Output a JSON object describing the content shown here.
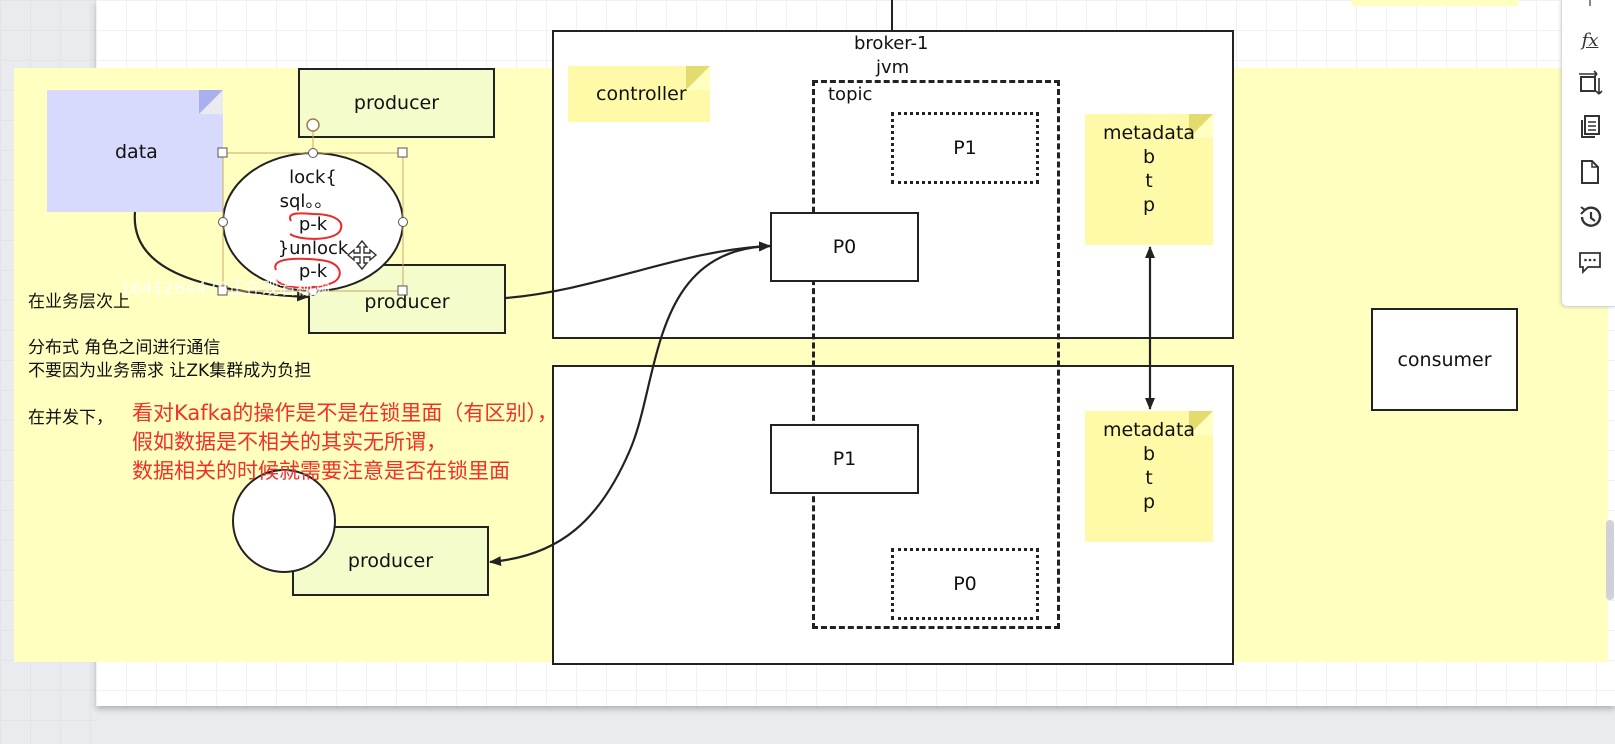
{
  "diagram": {
    "broker_title": "broker-1",
    "jvm_label": "jvm",
    "topic_label": "topic",
    "controller_label": "controller",
    "data_label": "data",
    "producer_top": "producer",
    "producer_mid": "producer",
    "producer_bottom": "producer",
    "consumer_label": "consumer",
    "p0_main": "P0",
    "p1_dotted": "P1",
    "p1_main": "P1",
    "p0_dotted": "P0",
    "metadata_top": {
      "title": "metadata",
      "lines": [
        "b",
        "t",
        "p"
      ]
    },
    "metadata_bottom": {
      "title": "metadata",
      "lines": [
        "b",
        "t",
        "p"
      ]
    },
    "lock_ellipse": {
      "line1": "lock{",
      "line2": "sql。。",
      "line3": "p-k",
      "line4": "}unlock",
      "line5": "p-k"
    },
    "watermark": "1641284478正在观看视频"
  },
  "notes": {
    "business_level": "在业务层次上",
    "distributed_1": "分布式 角色之间进行通信",
    "distributed_2": "不要因为业务需求 让ZK集群成为负担",
    "concurrency": "在并发下，",
    "red_1": "看对Kafka的操作是不是在锁里面（有区别），",
    "red_2": "假如数据是不相关的其实无所谓，",
    "red_3": "数据相关的时候就需要注意是否在锁里面"
  },
  "toolbar": {
    "icons": [
      "function-icon",
      "resize-icon",
      "copy-icon",
      "page-icon",
      "history-icon",
      "comment-icon"
    ],
    "fx_glyph": "fx"
  },
  "colors": {
    "band": "#ffffc0",
    "producer_fill": "#f5fccc",
    "data_fill": "#d7dafc",
    "note_fill": "#fffaa8",
    "red_text": "#f0302a"
  }
}
